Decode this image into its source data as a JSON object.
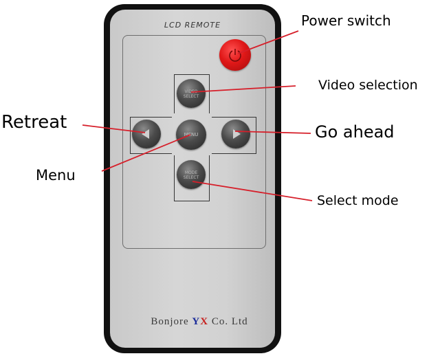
{
  "remote": {
    "header_label": "LCD REMOTE",
    "brand": {
      "prefix": "Bonjore ",
      "y": "Y",
      "x": "X",
      "suffix": " Co. Ltd"
    },
    "buttons": {
      "video": "VIDEO SELECT",
      "menu": "MENU",
      "mode": "MODE SELECT"
    }
  },
  "callouts": {
    "power": "Power switch",
    "video": "Video selection",
    "retreat": "Retreat",
    "go_ahead": "Go ahead",
    "menu": "Menu",
    "mode": "Select mode"
  },
  "colors": {
    "leader_line": "#d61f2a",
    "power_button": "#e01818",
    "remote_face": "#d0d0d0"
  }
}
